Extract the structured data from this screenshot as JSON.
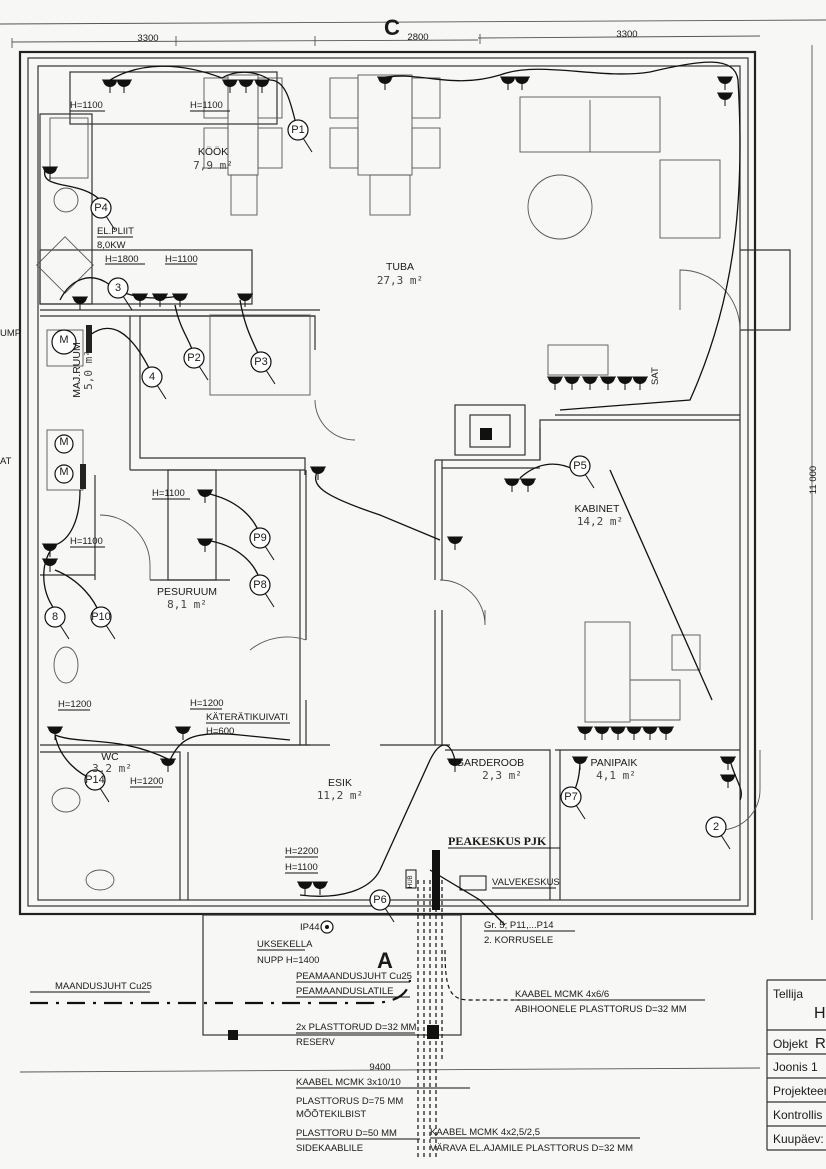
{
  "drawing": {
    "axis_label": "C",
    "dimensions": {
      "top_left": "3300",
      "top_middle": "2800",
      "top_right": "3300",
      "right_total": "11 000",
      "bottom_total": "9400"
    },
    "rooms": [
      {
        "name": "KÖÖK",
        "area": "7,9 m²"
      },
      {
        "name": "TUBA",
        "area": "27,3 m²"
      },
      {
        "name": "MAJ.RUUM",
        "area": "5,0 m²"
      },
      {
        "name": "PESURUUM",
        "area": "8,1 m²"
      },
      {
        "name": "WC",
        "area": "3,2 m²"
      },
      {
        "name": "ESIK",
        "area": "11,2 m²"
      },
      {
        "name": "KABINET",
        "area": "14,2 m²"
      },
      {
        "name": "GARDEROOB",
        "area": "2,3 m²"
      },
      {
        "name": "PANIPAIK",
        "area": "4,1 m²"
      }
    ],
    "heights": {
      "h1100": "H=1100",
      "h1800": "H=1800",
      "h1200": "H=1200",
      "h600": "H=600",
      "h2200": "H=2200"
    },
    "notes": {
      "stove": "EL.PLIIT",
      "stove_power": "8,0KW",
      "towel_dryer": "KÄTERÄTIKUIVATI",
      "sat": "SAT",
      "pump_cut": "UMP",
      "sat_cut": "AT",
      "hub": "HUB",
      "ip44": "IP44",
      "doorbell": "UKSEKELLA",
      "doorbell_button": "NUPP H=1400",
      "main_panel": "PEAKESKUS PJK",
      "alarm_panel": "VALVEKESKUS",
      "group5": "Gr. 5; P11,...P14",
      "floor2": "2. KORRUSELE",
      "section_mark": "A",
      "main_ground": "PEAMAANDUSJUHT Cu25",
      "main_ground_bar": "PEAMAANDUSLATILE",
      "ground": "MAANDUSJUHT Cu25",
      "cable_outbuilding": "KAABEL MCMK 4x6/6",
      "outbuilding_pipe": "ABIHOONELE PLASTTORUS D=32 MM",
      "reserve_pipes": "2x PLASTTORUD D=32 MM",
      "reserve": "RESERV",
      "cable_main": "KAABEL MCMK 3x10/10",
      "pipe75": "PLASTTORUS D=75 MM",
      "from_meter": "MÕÕTEKILBIST",
      "pipe50": "PLASTTORU D=50 MM",
      "telecom": "SIDEKAABLILE",
      "cable_gate": "KAABEL MCMK 4x2,5/2,5",
      "gate_pipe": "VÄRAVA EL.AJAMILE PLASTTORUS D=32 MM"
    },
    "circuits": [
      "P1",
      "P4",
      "3",
      "P2",
      "P3",
      "4",
      "P9",
      "P8",
      "8",
      "P10",
      "P14",
      "P5",
      "P7",
      "2",
      "P6"
    ],
    "motor": "M"
  },
  "title_block": {
    "client_label": "Tellija",
    "client_value": "H",
    "object_label": "Objekt",
    "object_value": "R",
    "drawing_label": "Joonis 1",
    "designer_label": "Projekteer",
    "checker_label": "Kontrollis",
    "date_label": "Kuupäev:"
  }
}
